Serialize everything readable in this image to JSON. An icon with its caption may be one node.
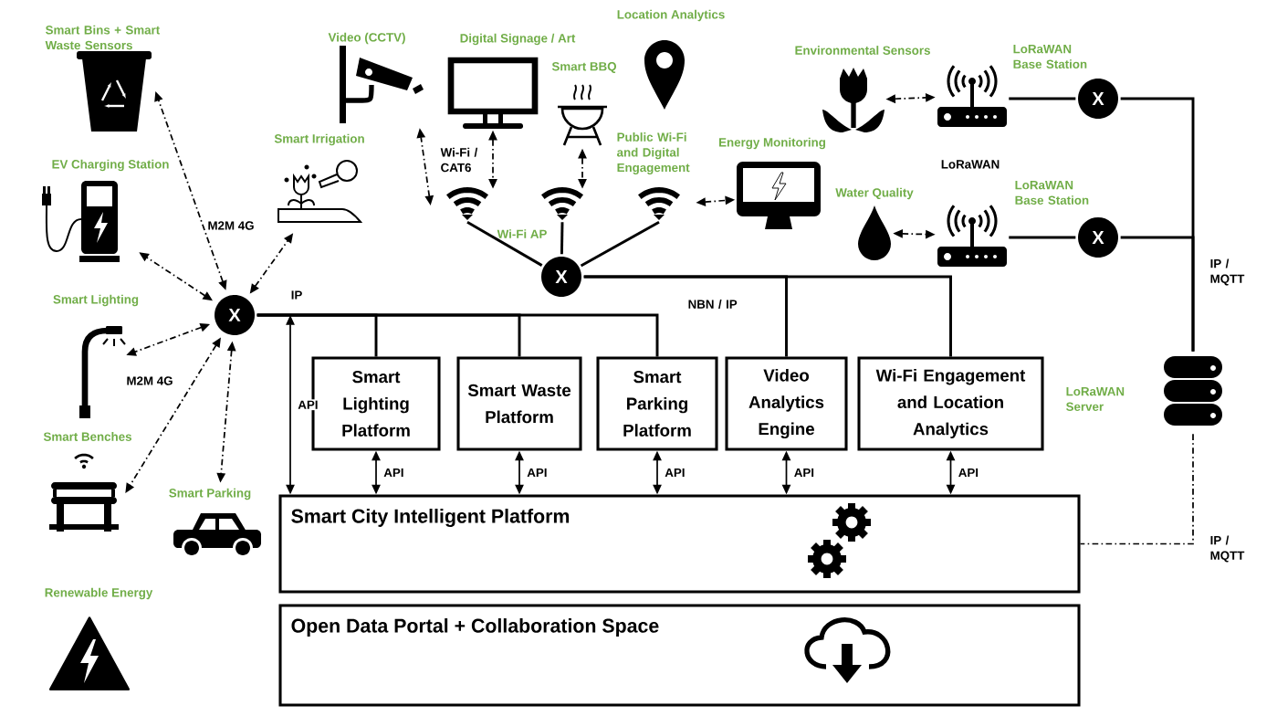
{
  "diagram": {
    "nodes": [
      {
        "text": [
          "Smart Bins + Smart Waste Sensors"
        ]
      },
      {
        "text": [
          "EV Charging Station"
        ]
      },
      {
        "text": [
          "Smart Lighting"
        ]
      },
      {
        "text": [
          "Smart Benches"
        ]
      },
      {
        "text": [
          "Smart Parking"
        ]
      },
      {
        "text": [
          "Renewable Energy"
        ]
      },
      {
        "text": [
          "Smart Irrigation"
        ]
      },
      {
        "text": [
          "Video (CCTV)"
        ]
      },
      {
        "text": [
          "Digital Signage / Art"
        ]
      },
      {
        "text": [
          "Smart BBQ"
        ]
      },
      {
        "text": [
          "Location Analytics"
        ]
      },
      {
        "text": [
          "Energy Monitoring"
        ]
      },
      {
        "text": [
          "Environmental Sensors"
        ]
      },
      {
        "text": [
          "Water Quality"
        ]
      },
      {
        "text": [],
        "shape": "picture"
      },
      {
        "text": [],
        "shape": "picture"
      },
      {
        "text": [],
        "shape": "picture"
      },
      {
        "text": [
          "X"
        ]
      },
      {
        "text": [
          "X"
        ]
      },
      {
        "text": [
          "LoRaWAN Base Station"
        ]
      },
      {
        "text": [
          "LoRaWAN Base Station"
        ]
      },
      {
        "text": [
          "X"
        ]
      },
      {
        "text": [
          "X"
        ]
      },
      {
        "text": [
          "LoRaWAN Server"
        ]
      },
      {
        "text": [
          "Smart Lighting Platform"
        ]
      },
      {
        "text": [
          "Smart Waste Platform"
        ]
      },
      {
        "text": [
          "Smart Parking Platform"
        ]
      },
      {
        "text": [
          "Video Analytics Engine"
        ]
      },
      {
        "text": [
          "Wi-Fi Engagement and Location Analytics"
        ]
      },
      {
        "text": [
          "Smart City Intelligent Platform"
        ]
      },
      {
        "text": [
          "Open Data Portal + Collaboration Space"
        ]
      }
    ],
    "edges": [
      {
        "from": 17,
        "to": 0,
        "arrow": "both",
        "style": "dashed"
      },
      {
        "from": 17,
        "to": 1,
        "arrow": "both",
        "style": "dashed"
      },
      {
        "from": 17,
        "to": 6,
        "arrow": "both",
        "style": "dashed"
      },
      {
        "from": 17,
        "to": 2,
        "arrow": "both",
        "style": "dashed"
      },
      {
        "from": 17,
        "to": 3,
        "arrow": "both",
        "style": "dashed"
      },
      {
        "from": 17,
        "to": 4,
        "arrow": "both",
        "style": "dashed"
      },
      {
        "from": 14,
        "to": 7,
        "arrow": "both",
        "style": "dashed"
      },
      {
        "from": 8,
        "to": 14,
        "arrow": "both",
        "style": "dashed"
      },
      {
        "from": 9,
        "to": 15,
        "arrow": "both",
        "style": "dashed"
      },
      {
        "from": 16,
        "to": 11,
        "arrow": "both",
        "style": "dashed"
      },
      {
        "from": 12,
        "to": 19,
        "arrow": "both",
        "style": "dashed"
      },
      {
        "from": 13,
        "to": 20,
        "arrow": "both",
        "style": "dashed"
      },
      {
        "from": 18,
        "to": 14,
        "arrow": "none"
      },
      {
        "from": 18,
        "to": 15,
        "arrow": "none"
      },
      {
        "from": 18,
        "to": 16,
        "arrow": "none"
      },
      {
        "from": 17,
        "to": 24,
        "arrow": "none"
      },
      {
        "from": 17,
        "to": 25,
        "arrow": "none"
      },
      {
        "from": 17,
        "to": 26,
        "arrow": "none"
      },
      {
        "from": 18,
        "to": 27,
        "arrow": "none"
      },
      {
        "from": 18,
        "to": 28,
        "arrow": "none"
      },
      {
        "from": 19,
        "to": 21,
        "arrow": "none"
      },
      {
        "from": 20,
        "to": 22,
        "arrow": "none"
      },
      {
        "from": 21,
        "to": 23,
        "arrow": "none"
      },
      {
        "from": 22,
        "to": 23,
        "arrow": "none"
      },
      {
        "from": 23,
        "to": 29,
        "arrow": "none",
        "style": "dashed"
      },
      {
        "from": 17,
        "to": 29,
        "arrow": "both",
        "label": "API"
      },
      {
        "from": 24,
        "to": 29,
        "arrow": "both",
        "label": "API"
      },
      {
        "from": 25,
        "to": 29,
        "arrow": "both",
        "label": "API"
      },
      {
        "from": 26,
        "to": 29,
        "arrow": "both",
        "label": "API"
      },
      {
        "from": 27,
        "to": 29,
        "arrow": "both",
        "label": "API"
      },
      {
        "from": 28,
        "to": 29,
        "arrow": "both",
        "label": "API"
      }
    ],
    "labels": [
      "Public Wi-Fi and Digital Engagement",
      "Wi-Fi / CAT6",
      "LoRaWAN",
      "M2M 4G",
      "Wi-Fi AP",
      "IP / MQTT",
      "IP",
      "NBN / IP",
      "M2M 4G",
      "IP / MQTT"
    ]
  }
}
